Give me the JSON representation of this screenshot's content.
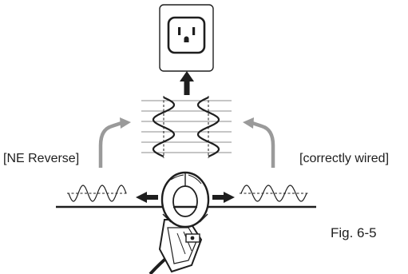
{
  "labels": {
    "ne_reverse": "[NE Reverse]",
    "correctly_wired": "[correctly wired]",
    "figure": "Fig. 6-5"
  },
  "icons": {
    "outlet": "wall-outlet-icon",
    "clamp": "clamp-meter-icon",
    "arrow_up": "arrow-up-icon",
    "arrow_left": "arrow-left-icon",
    "arrow_right": "arrow-right-icon"
  },
  "colors": {
    "ink": "#1e1e1e",
    "gray_arrow": "#9a9a9a",
    "grid": "#8c8c8c"
  }
}
